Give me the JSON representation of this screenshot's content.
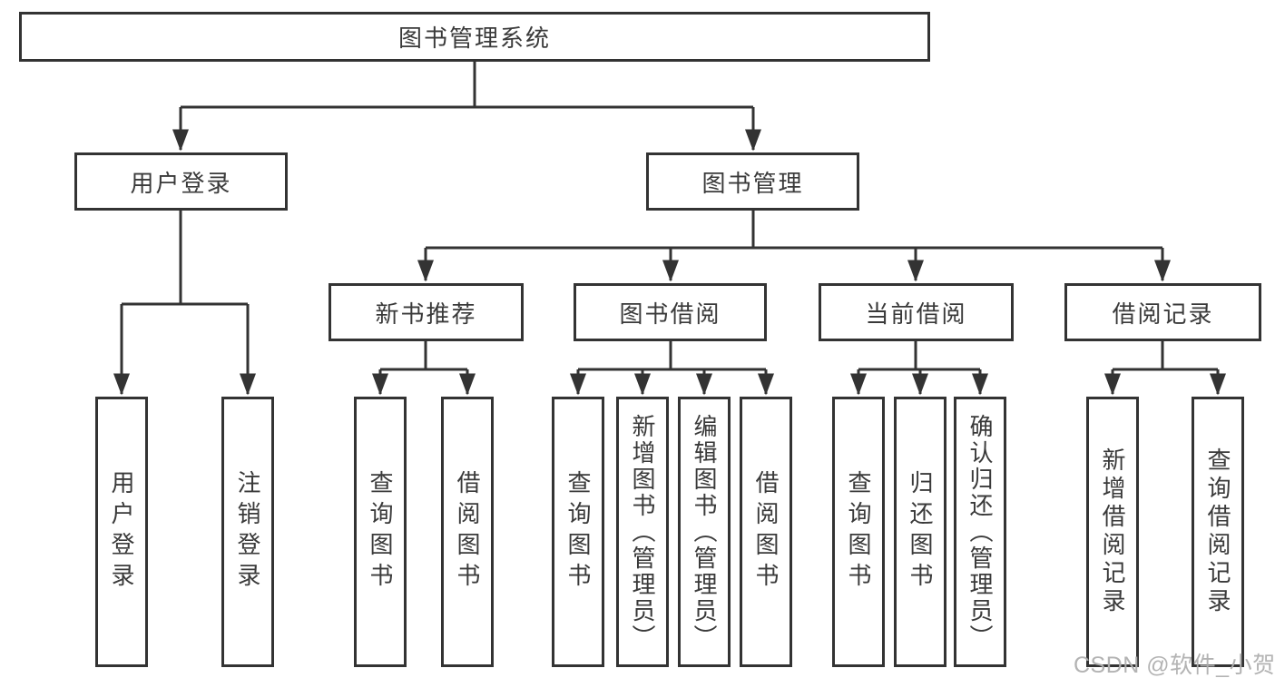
{
  "tree": {
    "label": "图书管理系统",
    "children": [
      {
        "label": "用户登录",
        "children": [
          {
            "label": "用户登录"
          },
          {
            "label": "注销登录"
          }
        ]
      },
      {
        "label": "图书管理",
        "children": [
          {
            "label": "新书推荐",
            "children": [
              {
                "label": "查询图书"
              },
              {
                "label": "借阅图书"
              }
            ]
          },
          {
            "label": "图书借阅",
            "children": [
              {
                "label": "查询图书"
              },
              {
                "label": "新增图书（管理员）"
              },
              {
                "label": "编辑图书（管理员）"
              },
              {
                "label": "借阅图书"
              }
            ]
          },
          {
            "label": "当前借阅",
            "children": [
              {
                "label": "查询图书"
              },
              {
                "label": "归还图书"
              },
              {
                "label": "确认归还（管理员）"
              }
            ]
          },
          {
            "label": "借阅记录",
            "children": [
              {
                "label": "新增借阅记录"
              },
              {
                "label": "查询借阅记录"
              }
            ]
          }
        ]
      }
    ]
  },
  "watermark": "CSDN @软件_小贺同学",
  "colors": {
    "line": "#333333",
    "background": "#ffffff",
    "watermark": "#afafaf"
  }
}
